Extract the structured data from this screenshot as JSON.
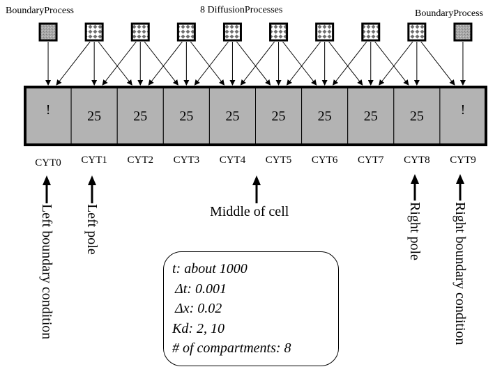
{
  "headers": {
    "left_boundary": "BoundaryProcess",
    "diffusion": "8 DiffusionProcesses",
    "right_boundary": "BoundaryProcess"
  },
  "processes": [
    {
      "kind": "boundary"
    },
    {
      "kind": "diffusion"
    },
    {
      "kind": "diffusion"
    },
    {
      "kind": "diffusion"
    },
    {
      "kind": "diffusion"
    },
    {
      "kind": "diffusion"
    },
    {
      "kind": "diffusion"
    },
    {
      "kind": "diffusion"
    },
    {
      "kind": "diffusion"
    },
    {
      "kind": "boundary"
    }
  ],
  "compartments": [
    {
      "name": "CYT0",
      "value": "!"
    },
    {
      "name": "CYT1",
      "value": "25"
    },
    {
      "name": "CYT2",
      "value": "25"
    },
    {
      "name": "CYT3",
      "value": "25"
    },
    {
      "name": "CYT4",
      "value": "25"
    },
    {
      "name": "CYT5",
      "value": "25"
    },
    {
      "name": "CYT6",
      "value": "25"
    },
    {
      "name": "CYT7",
      "value": "25"
    },
    {
      "name": "CYT8",
      "value": "25"
    },
    {
      "name": "CYT9",
      "value": "!"
    }
  ],
  "annotations": {
    "left_boundary": "Left boundary condition",
    "left_pole": "Left pole",
    "middle": "Middle of cell",
    "right_pole": "Right pole",
    "right_boundary": "Right boundary condition"
  },
  "parameters": [
    "t: about 1000",
    "Δt: 0.001",
    "Δx: 0.02",
    "Kd: 2, 10",
    "# of compartments: 8"
  ],
  "colors": {
    "compartment_fill": "#b3b3b3",
    "boundary_fill": "#a8a8a8",
    "diffusion_fill": "#6e6e6e",
    "line": "#000000"
  }
}
